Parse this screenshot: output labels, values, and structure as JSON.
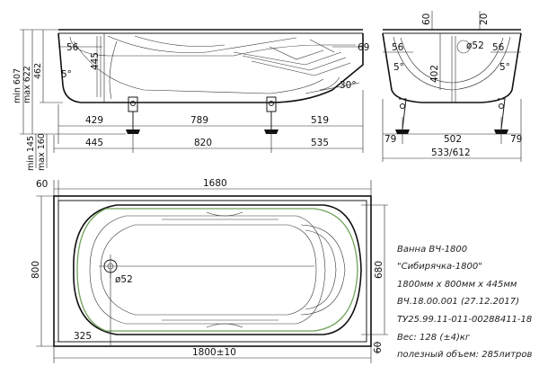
{
  "side_view": {
    "top_dims": {
      "left": "56",
      "right": "69"
    },
    "depth": "445",
    "heights": {
      "min": "min 607",
      "max1": "max 622",
      "max2": "462"
    },
    "slope_angle": "5°",
    "back_angle": "30°",
    "bottom_dims": {
      "a": "429",
      "b": "789",
      "c": "519"
    },
    "lower_dims": {
      "a": "445",
      "b": "820",
      "c": "535"
    },
    "legs": {
      "min": "min 145",
      "max": "max 160"
    }
  },
  "end_view": {
    "top": {
      "a": "60",
      "b": "20"
    },
    "drain": "ø52",
    "sides": {
      "left": "56",
      "right": "56"
    },
    "angle_left": "5°",
    "angle_right": "5°",
    "depth": "402",
    "inner": "502",
    "legs_left": "79",
    "legs_right": "79",
    "span": "533/612"
  },
  "plan_view": {
    "length_inner": "1680",
    "rim": "60",
    "width": "800",
    "inner_width": "680",
    "drain": "ø52",
    "drain_offset": "325",
    "length": "1800±10",
    "rim_bottom": "60"
  },
  "info": {
    "line1": "Ванна ВЧ-1800",
    "line2": "\"Сибирячка-1800\"",
    "line3": "1800мм х 800мм х 445мм",
    "line4": "ВЧ.18.00.001 (27.12.2017)",
    "line5": "ТУ25.99.11-011-00288411-18",
    "line6": "Вес: 128 (±4)кг",
    "line7": "полезный объем: 285литров"
  }
}
